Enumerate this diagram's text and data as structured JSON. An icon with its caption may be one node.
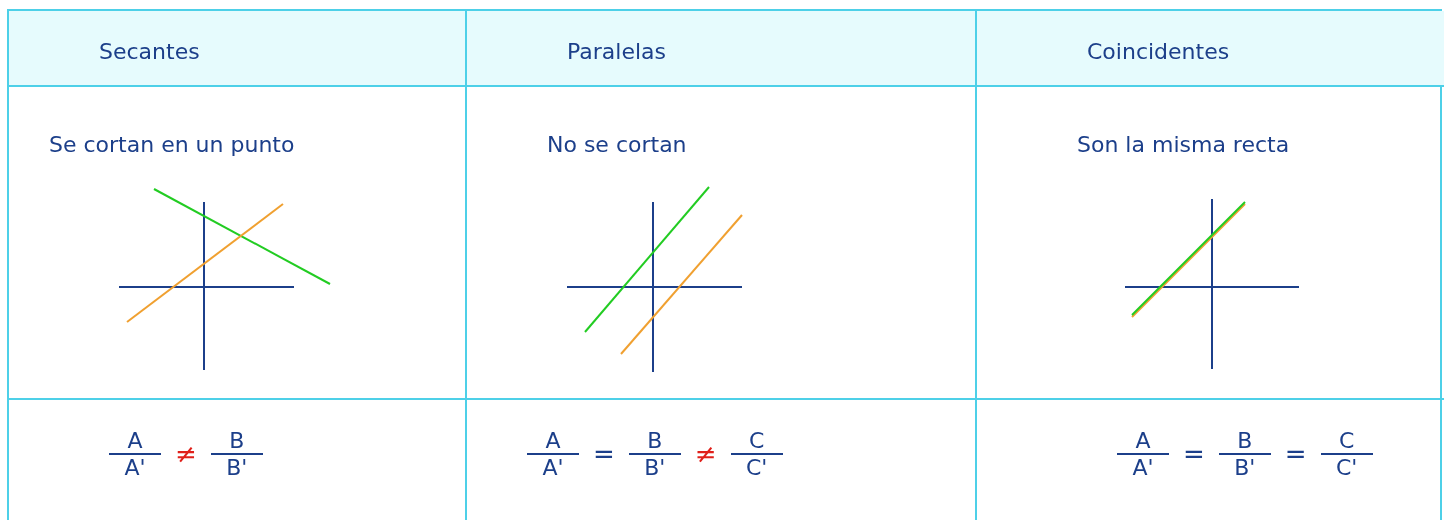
{
  "diagram": {
    "labels": [
      "Secantes",
      "Paralelas",
      "Coincidentes",
      "Se cortan en un punto",
      "No se cortan",
      "Son la misma recta",
      "A",
      "A'",
      "≠",
      "B",
      "B'",
      "A",
      "A'",
      "=",
      "B",
      "B'",
      "≠",
      "C",
      "C'",
      "A",
      "A'",
      "=",
      "B",
      "B'",
      "=",
      "C",
      "C'"
    ]
  }
}
